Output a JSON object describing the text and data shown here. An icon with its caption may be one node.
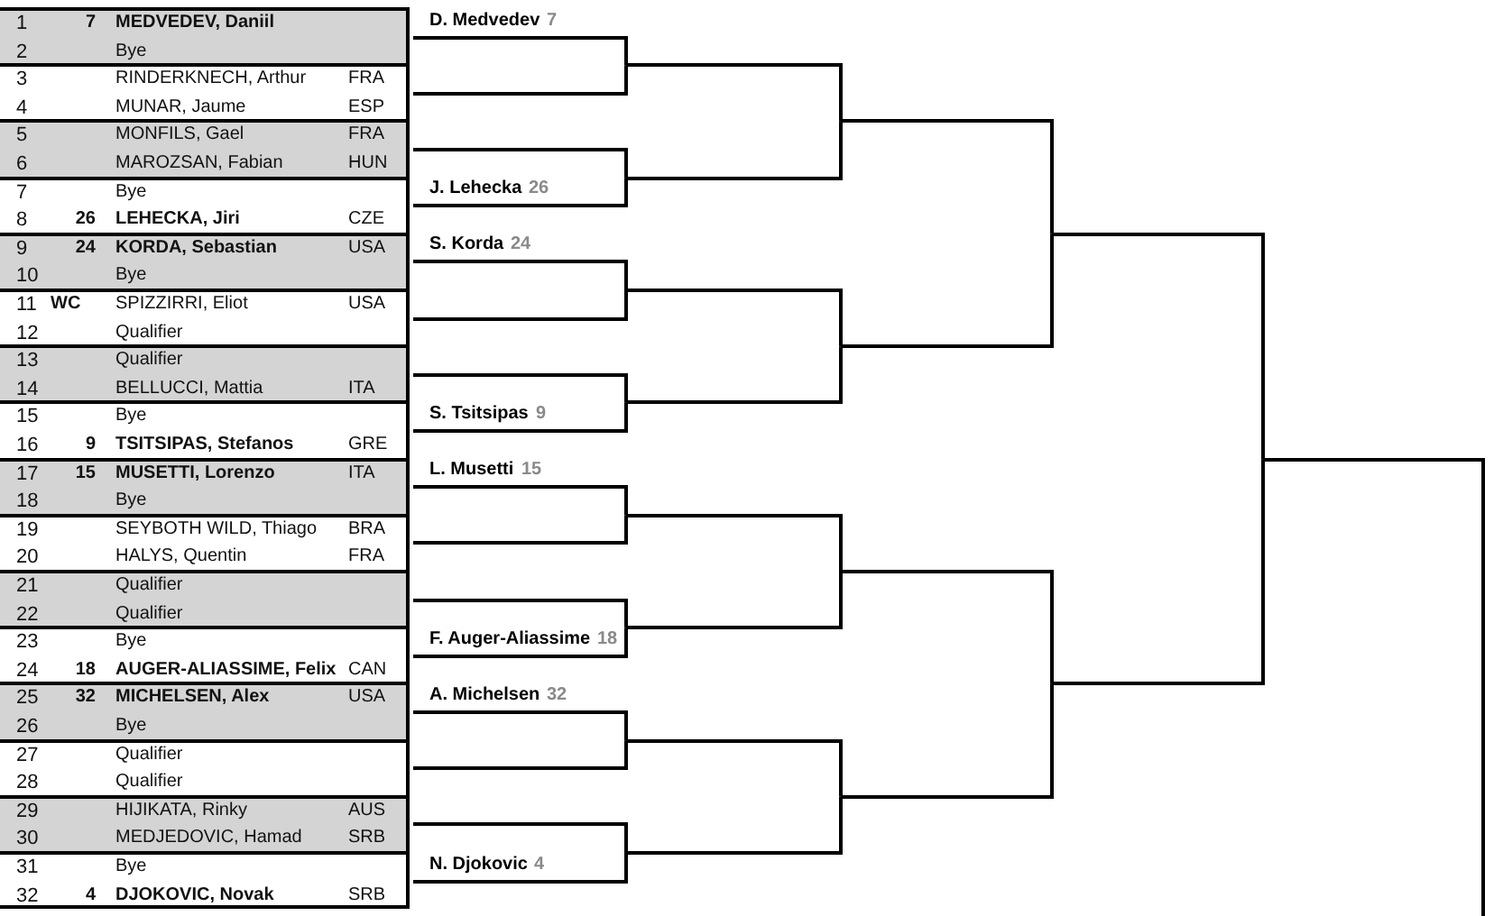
{
  "diagram": {
    "nodes": [
      {
        "text": [
          "D. Medvedev",
          "7"
        ]
      },
      {
        "text": [],
        "shape": "line"
      },
      {
        "text": [],
        "shape": "line"
      },
      {
        "text": [
          "J. Lehecka",
          "26"
        ]
      },
      {
        "text": [
          "S. Korda",
          "24"
        ]
      },
      {
        "text": [],
        "shape": "line"
      },
      {
        "text": [],
        "shape": "line"
      },
      {
        "text": [
          "S. Tsitsipas",
          "9"
        ]
      },
      {
        "text": [
          "L. Musetti",
          "15"
        ]
      },
      {
        "text": [],
        "shape": "line"
      },
      {
        "text": [],
        "shape": "line"
      },
      {
        "text": [
          "F. Auger-Aliassime",
          "18"
        ]
      },
      {
        "text": [
          "A. Michelsen",
          "32"
        ]
      },
      {
        "text": [],
        "shape": "line"
      },
      {
        "text": [],
        "shape": "line"
      },
      {
        "text": [
          "N. Djokovic",
          "4"
        ]
      },
      {
        "text": [],
        "shape": "line"
      },
      {
        "text": [],
        "shape": "line"
      },
      {
        "text": [],
        "shape": "line"
      },
      {
        "text": [],
        "shape": "line"
      },
      {
        "text": [],
        "shape": "line"
      },
      {
        "text": [],
        "shape": "line"
      },
      {
        "text": [],
        "shape": "line"
      },
      {
        "text": [],
        "shape": "line"
      },
      {
        "text": [],
        "shape": "line"
      },
      {
        "text": [],
        "shape": "line"
      },
      {
        "text": [],
        "shape": "line"
      },
      {
        "text": [],
        "shape": "line"
      },
      {
        "text": [],
        "shape": "line"
      },
      {
        "text": [],
        "shape": "line"
      },
      {
        "text": [],
        "shape": "line"
      }
    ],
    "edges": [
      {
        "from": 0,
        "to": 16,
        "arrow": "none"
      },
      {
        "from": 1,
        "to": 16,
        "arrow": "none"
      },
      {
        "from": 2,
        "to": 17,
        "arrow": "none"
      },
      {
        "from": 3,
        "to": 17,
        "arrow": "none"
      },
      {
        "from": 4,
        "to": 18,
        "arrow": "none"
      },
      {
        "from": 5,
        "to": 18,
        "arrow": "none"
      },
      {
        "from": 6,
        "to": 19,
        "arrow": "none"
      },
      {
        "from": 7,
        "to": 19,
        "arrow": "none"
      },
      {
        "from": 8,
        "to": 20,
        "arrow": "none"
      },
      {
        "from": 9,
        "to": 20,
        "arrow": "none"
      },
      {
        "from": 10,
        "to": 21,
        "arrow": "none"
      },
      {
        "from": 11,
        "to": 21,
        "arrow": "none"
      },
      {
        "from": 12,
        "to": 22,
        "arrow": "none"
      },
      {
        "from": 13,
        "to": 22,
        "arrow": "none"
      },
      {
        "from": 14,
        "to": 23,
        "arrow": "none"
      },
      {
        "from": 15,
        "to": 23,
        "arrow": "none"
      },
      {
        "from": 16,
        "to": 24,
        "arrow": "none"
      },
      {
        "from": 17,
        "to": 24,
        "arrow": "none"
      },
      {
        "from": 18,
        "to": 25,
        "arrow": "none"
      },
      {
        "from": 19,
        "to": 25,
        "arrow": "none"
      },
      {
        "from": 20,
        "to": 26,
        "arrow": "none"
      },
      {
        "from": 21,
        "to": 26,
        "arrow": "none"
      },
      {
        "from": 22,
        "to": 27,
        "arrow": "none"
      },
      {
        "from": 23,
        "to": 27,
        "arrow": "none"
      },
      {
        "from": 24,
        "to": 28,
        "arrow": "none"
      },
      {
        "from": 25,
        "to": 28,
        "arrow": "none"
      },
      {
        "from": 26,
        "to": 29,
        "arrow": "none"
      },
      {
        "from": 27,
        "to": 29,
        "arrow": "none"
      },
      {
        "from": 28,
        "to": 30,
        "arrow": "none"
      },
      {
        "from": 29,
        "to": 30,
        "arrow": "none"
      },
      {
        "from": 30,
        "to": null,
        "arrow": "none"
      }
    ],
    "labels": [
      "1",
      "7",
      "MEDVEDEV, Daniil",
      "2",
      "Bye",
      "3",
      "RINDERKNECH, Arthur",
      "FRA",
      "4",
      "MUNAR, Jaume",
      "ESP",
      "5",
      "MONFILS, Gael",
      "FRA",
      "6",
      "MAROZSAN, Fabian",
      "HUN",
      "7",
      "Bye",
      "8",
      "26",
      "LEHECKA, Jiri",
      "CZE",
      "9",
      "24",
      "KORDA, Sebastian",
      "USA",
      "10",
      "Bye",
      "11",
      "WC",
      "SPIZZIRRI, Eliot",
      "USA",
      "12",
      "Qualifier",
      "13",
      "Qualifier",
      "14",
      "BELLUCCI, Mattia",
      "ITA",
      "15",
      "Bye",
      "16",
      "9",
      "TSITSIPAS, Stefanos",
      "GRE",
      "17",
      "15",
      "MUSETTI, Lorenzo",
      "ITA",
      "18",
      "Bye",
      "19",
      "SEYBOTH WILD, Thiago",
      "BRA",
      "20",
      "HALYS, Quentin",
      "FRA",
      "21",
      "Qualifier",
      "22",
      "Qualifier",
      "23",
      "Bye",
      "24",
      "18",
      "AUGER-ALIASSIME, Felix",
      "CAN",
      "25",
      "32",
      "MICHELSEN, Alex",
      "USA",
      "26",
      "Bye",
      "27",
      "Qualifier",
      "28",
      "Qualifier",
      "29",
      "HIJIKATA, Rinky",
      "AUS",
      "30",
      "MEDJEDOVIC, Hamad",
      "SRB",
      "31",
      "Bye",
      "32",
      "4",
      "DJOKOVIC, Novak",
      "SRB"
    ]
  }
}
